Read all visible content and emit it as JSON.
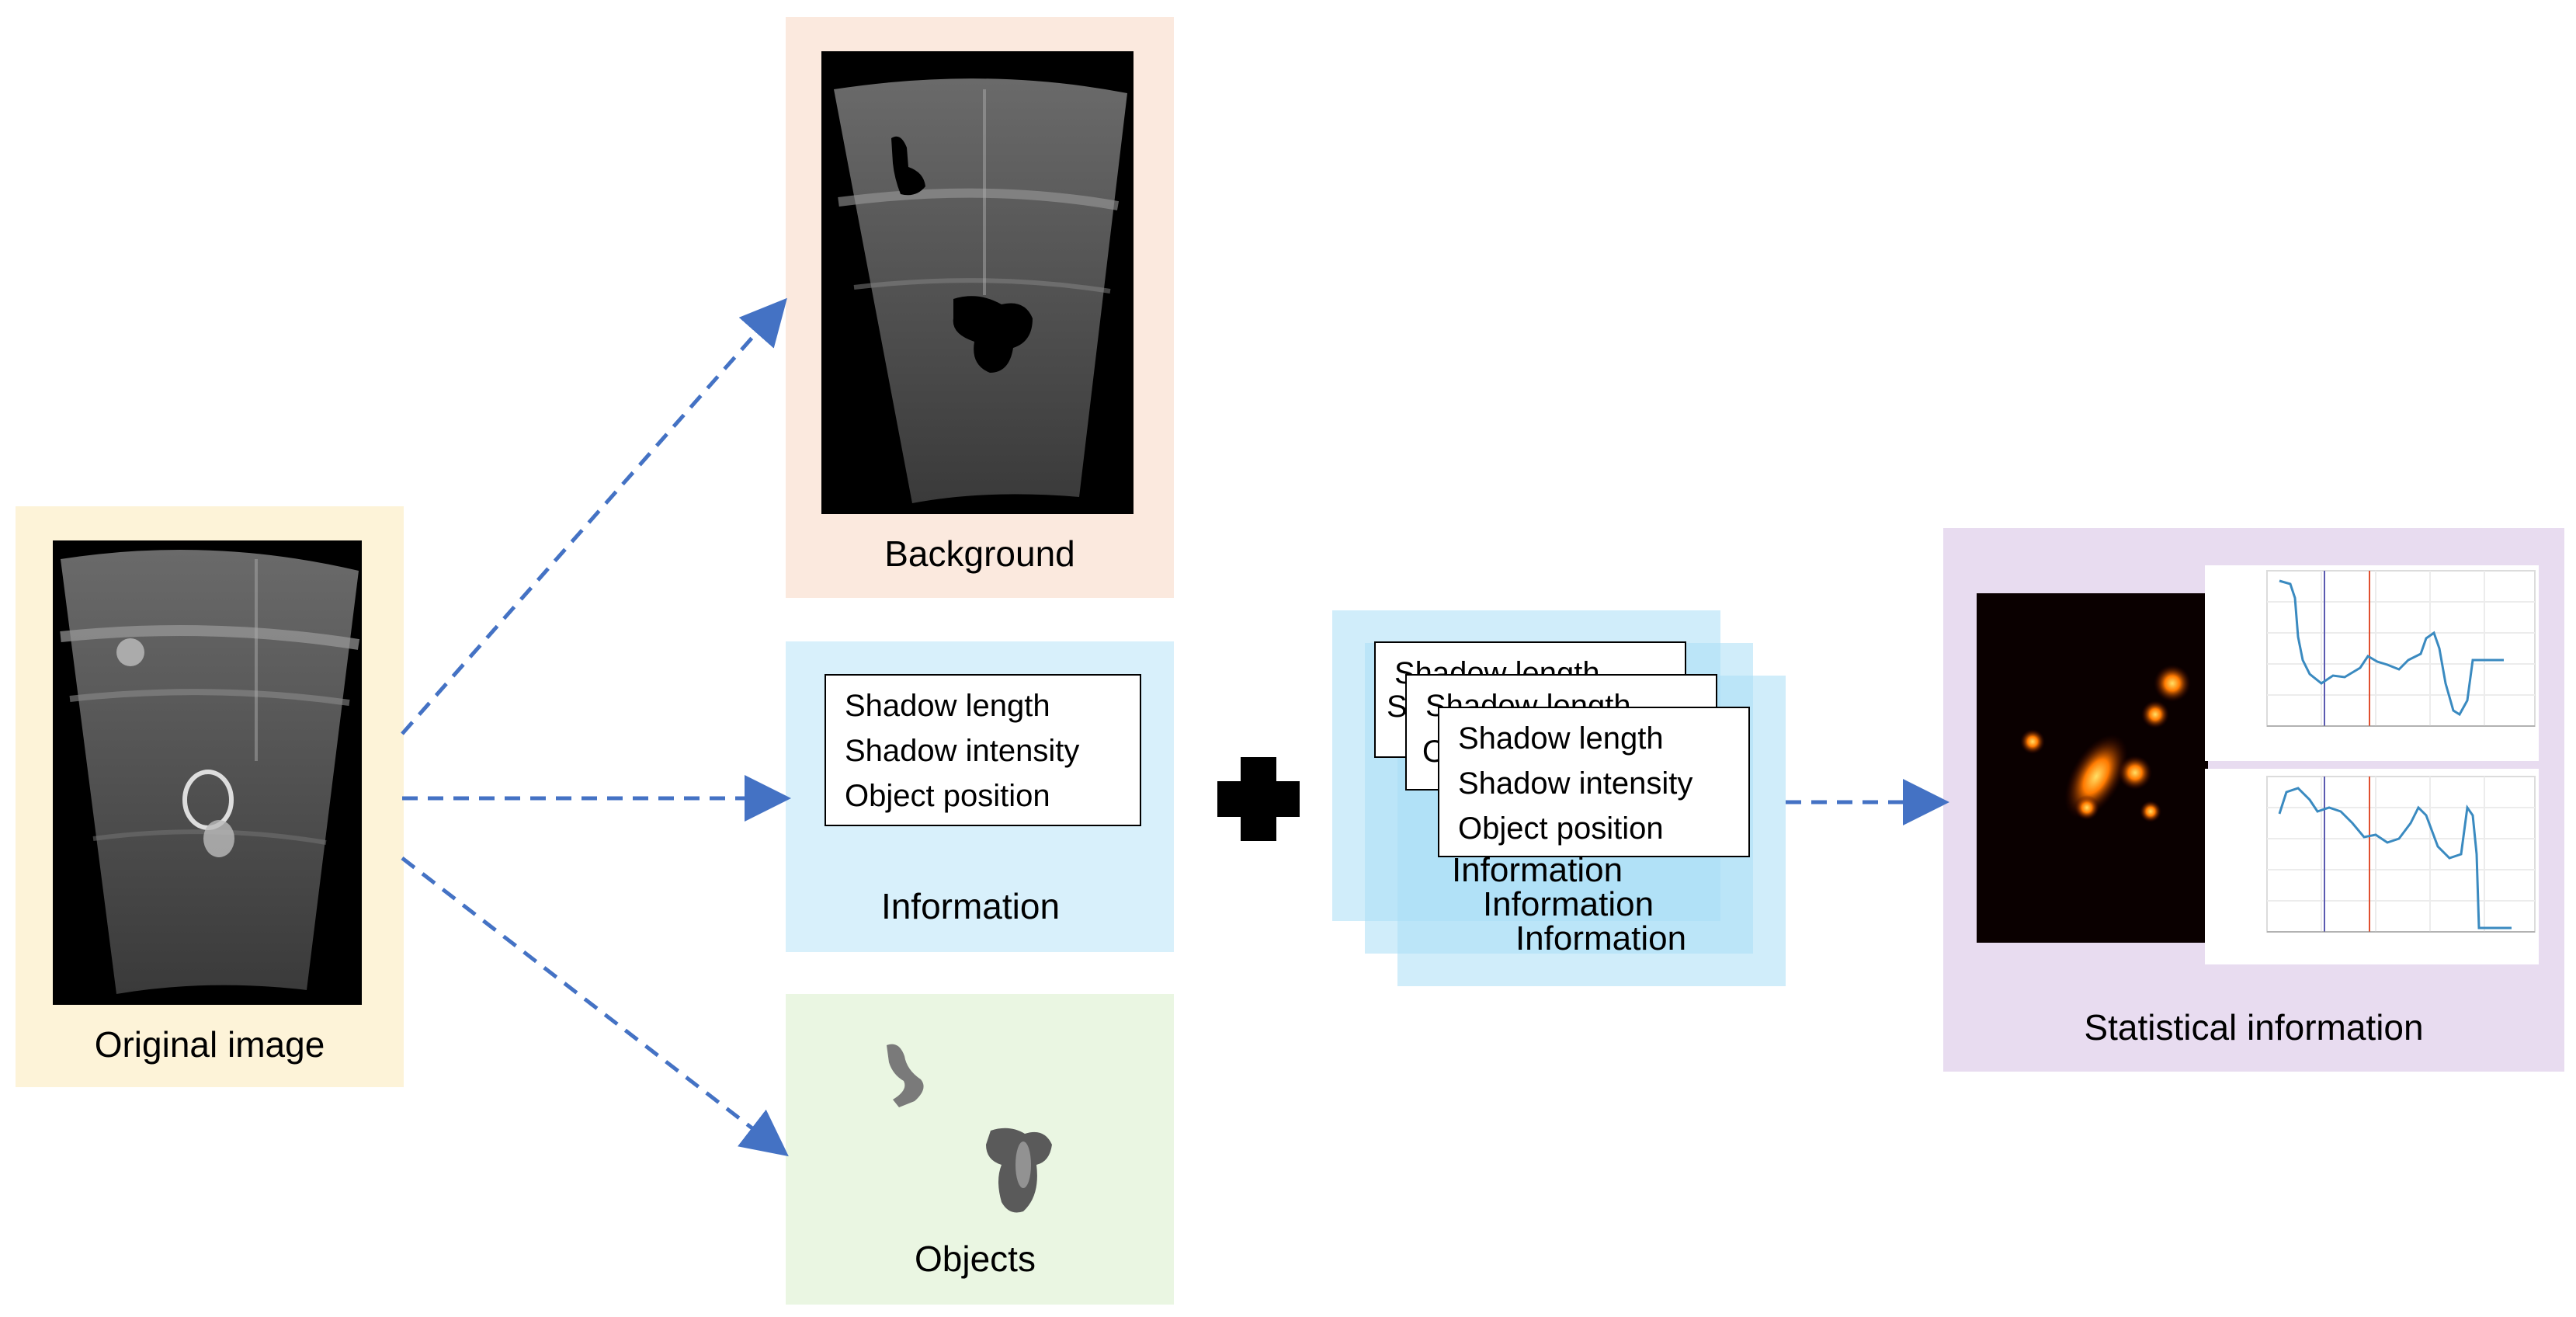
{
  "labels": {
    "original": "Original image",
    "background": "Background",
    "information": "Information",
    "objects": "Objects",
    "statistical": "Statistical information"
  },
  "info_items": [
    "Shadow length",
    "Shadow intensity",
    "Object position"
  ],
  "stack_partial": {
    "top_first": "Shadow length",
    "mid_first": "Shadow length",
    "s": "S",
    "o": "O",
    "info1": "Information",
    "info2": "Information",
    "info3": "Information"
  },
  "colors": {
    "original_panel": "#fdf3d8",
    "background_panel": "#fbe9de",
    "information_panel": "#d8f0fb",
    "objects_panel": "#eaf6e2",
    "statistical_panel": "#e8dcf0",
    "stack_panel": "#a9def5",
    "arrow": "#4472c4"
  }
}
